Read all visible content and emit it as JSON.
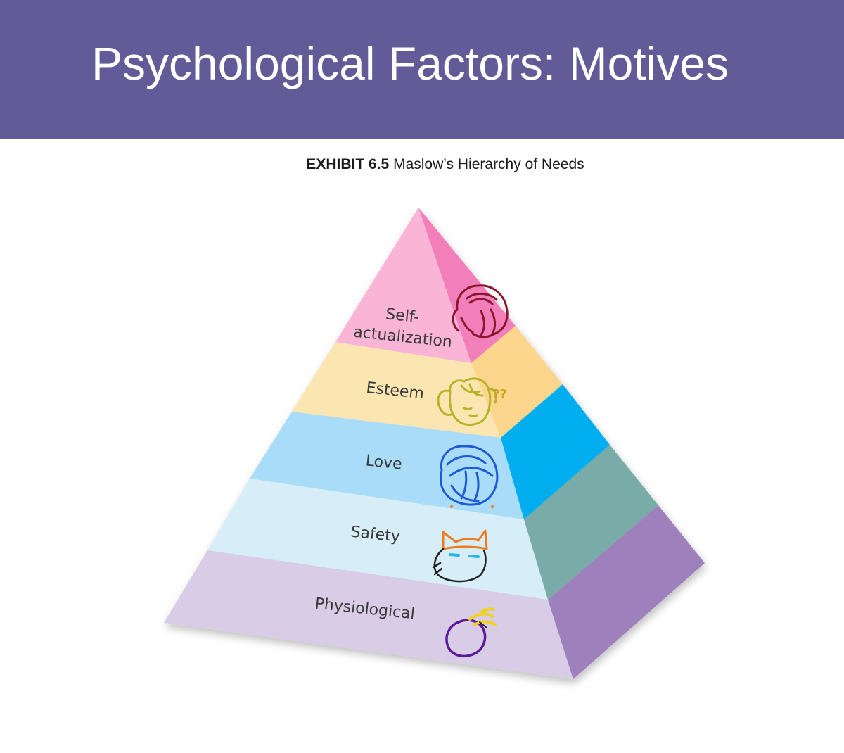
{
  "slide": {
    "title": "Psychological Factors: Motives"
  },
  "exhibit": {
    "label": "EXHIBIT 6.5",
    "caption": "Maslow’s Hierarchy of Needs"
  },
  "pyramid": {
    "levels": [
      {
        "label_lines": [
          "Self-",
          "actualization"
        ],
        "front_color": "#f9b4d6",
        "side_color": "#f27fb9",
        "doodle_color": "#8c1530"
      },
      {
        "label_lines": [
          "Esteem"
        ],
        "front_color": "#fbe6b2",
        "side_color": "#fbd68c",
        "doodle_color": "#b8b22a"
      },
      {
        "label_lines": [
          "Love"
        ],
        "front_color": "#a9dcf8",
        "side_color": "#00aeef",
        "doodle_color": "#1e5ad8"
      },
      {
        "label_lines": [
          "Safety"
        ],
        "front_color": "#d7eef8",
        "side_color": "#79aca8",
        "doodle_color": "#222222"
      },
      {
        "label_lines": [
          "Physiological"
        ],
        "front_color": "#d9cce7",
        "side_color": "#9e80bd",
        "doodle_color": "#5a1a9a"
      }
    ],
    "doodle_text": "??",
    "doodle_text_color": "#c9a51e",
    "fox_ear_color": "#f07a1e",
    "fox_eye_color": "#27b6e6",
    "swoosh_color": "#f2d21e"
  }
}
